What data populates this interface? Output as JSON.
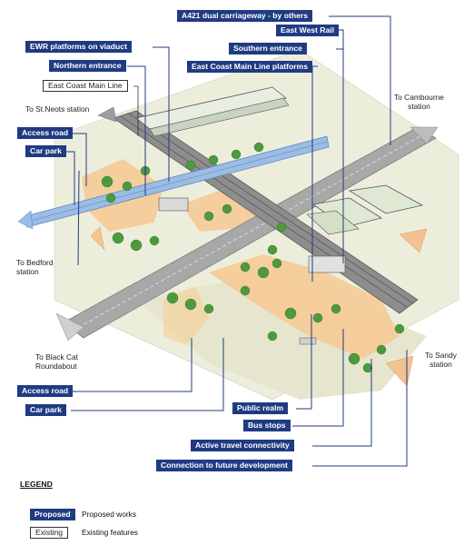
{
  "proposed_labels": {
    "a421": "A421 dual carriageway - by others",
    "ewr_viaduct": "EWR platforms on viaduct",
    "east_west_rail": "East West Rail",
    "northern_entrance": "Northern entrance",
    "southern_entrance": "Southern entrance",
    "ecml_platforms": "East Coast Main Line platforms",
    "access_road_left": "Access road",
    "car_park_left": "Car park",
    "access_road_bottom": "Access road",
    "car_park_bottom": "Car park",
    "public_realm": "Public realm",
    "bus_stops": "Bus stops",
    "active_travel": "Active travel connectivity",
    "future_dev": "Connection to future development"
  },
  "existing_labels": {
    "ecml": "East Coast Main Line"
  },
  "destinations": {
    "st_neots": "To St.Neots station",
    "cambourne_1": "To Cambourne",
    "cambourne_2": "station",
    "bedford_1": "To Bedford",
    "bedford_2": "station",
    "black_cat_1": "To Black Cat",
    "black_cat_2": "Roundabout",
    "sandy_1": "To Sandy",
    "sandy_2": "station"
  },
  "legend": {
    "title": "LEGEND",
    "proposed_key": "Proposed",
    "proposed_desc": "Proposed works",
    "existing_key": "Existing",
    "existing_desc": "Existing features"
  },
  "colors": {
    "proposed_fill": "#1f3b82",
    "proposed_line": "#1f3b82",
    "road": "#9a9a9a",
    "landscape": "#ececd8",
    "development": "#f5c48a",
    "rail_arrow": "#8fb4df",
    "dest_arrow": "#f2c292",
    "tree": "#4d9a3e"
  }
}
